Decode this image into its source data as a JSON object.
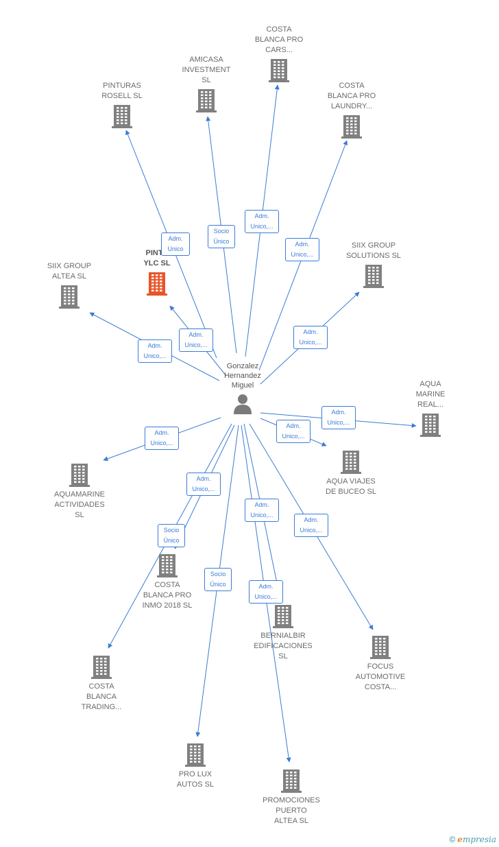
{
  "colors": {
    "edge": "#3a7bd5",
    "building": "#808080",
    "building_focus": "#e8552a",
    "text": "#6a6a6a"
  },
  "person": {
    "label": "Gonzalez\nHernandez\nMiguel",
    "icon": "person-icon"
  },
  "companies": [
    {
      "id": "pinturas-rosell",
      "label": "PINTURAS\nROSELL  SL"
    },
    {
      "id": "amicasa",
      "label": "AMICASA\nINVESTMENT\nSL"
    },
    {
      "id": "costa-blanca-cars",
      "label": "COSTA\nBLANCA PRO\nCARS..."
    },
    {
      "id": "costa-blanca-laundry",
      "label": "COSTA\nBLANCA PRO\nLAUNDRY..."
    },
    {
      "id": "siix-altea",
      "label": "SIIX GROUP\nALTEA  SL"
    },
    {
      "id": "pintu-ylc",
      "label": "PINTU\nYLC  SL",
      "focus": true
    },
    {
      "id": "siix-solutions",
      "label": "SIIX GROUP\nSOLUTIONS  SL"
    },
    {
      "id": "aqua-marine",
      "label": "AQUA\nMARINE\nREAL..."
    },
    {
      "id": "aqua-viajes",
      "label": "AQUA VIAJES\nDE BUCEO SL"
    },
    {
      "id": "aquamarine-act",
      "label": "AQUAMARINE\nACTIVIDADES\nSL"
    },
    {
      "id": "costa-inmo",
      "label": "COSTA\nBLANCA PRO\nINMO 2018  SL"
    },
    {
      "id": "costa-trading",
      "label": "COSTA\nBLANCA\nTRADING..."
    },
    {
      "id": "bernialbir",
      "label": "BERNIALBIR\nEDIFICACIONES\nSL"
    },
    {
      "id": "focus",
      "label": "FOCUS\nAUTOMOTIVE\nCOSTA..."
    },
    {
      "id": "pro-lux",
      "label": "PRO LUX\nAUTOS  SL"
    },
    {
      "id": "promociones",
      "label": "PROMOCIONES\nPUERTO\nALTEA  SL"
    }
  ],
  "edge_labels": [
    {
      "to": "pinturas-rosell",
      "text": "Adm.\nUnico"
    },
    {
      "to": "amicasa",
      "text": "Socio\nÚnico"
    },
    {
      "to": "costa-blanca-cars",
      "text": "Adm.\nUnico,..."
    },
    {
      "to": "costa-blanca-laundry",
      "text": "Adm.\nUnico,..."
    },
    {
      "to": "pintu-ylc",
      "text": "Adm.\nUnico,..."
    },
    {
      "to": "siix-altea",
      "text": "Adm.\nUnico,..."
    },
    {
      "to": "siix-solutions",
      "text": "Adm.\nUnico,..."
    },
    {
      "to": "aqua-marine",
      "text": "Adm.\nUnico,..."
    },
    {
      "to": "aqua-viajes",
      "text": "Adm.\nUnico,..."
    },
    {
      "to": "aquamarine-act",
      "text": "Adm.\nUnico,..."
    },
    {
      "to": "costa-trading",
      "text": "Adm.\nUnico,..."
    },
    {
      "to": "costa-inmo",
      "text": "Socio\nÚnico"
    },
    {
      "to": "bernialbir",
      "text": "Adm.\nUnico,..."
    },
    {
      "to": "focus",
      "text": "Adm.\nUnico,..."
    },
    {
      "to": "pro-lux",
      "text": "Socio\nÚnico"
    },
    {
      "to": "promociones",
      "text": "Adm.\nUnico,..."
    }
  ],
  "footer": {
    "copyright": "©",
    "brand_first": "e",
    "brand_rest": "mpresia"
  }
}
